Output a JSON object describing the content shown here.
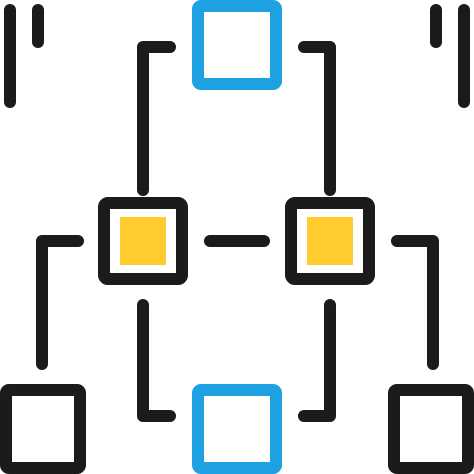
{
  "colors": {
    "background": "#ffffff",
    "stroke": "#1b1b1b",
    "outer_node_stroke": "#1ea1e3",
    "inner_node_fill": "#ffcb2f"
  },
  "icon": "network-hierarchy-icon",
  "nodes": [
    {
      "id": "top-node",
      "kind": "outer"
    },
    {
      "id": "bottom-node",
      "kind": "outer"
    },
    {
      "id": "left-hub-node",
      "kind": "hub"
    },
    {
      "id": "right-hub-node",
      "kind": "hub"
    },
    {
      "id": "bottom-left-node",
      "kind": "leaf"
    },
    {
      "id": "bottom-right-node",
      "kind": "leaf"
    }
  ]
}
